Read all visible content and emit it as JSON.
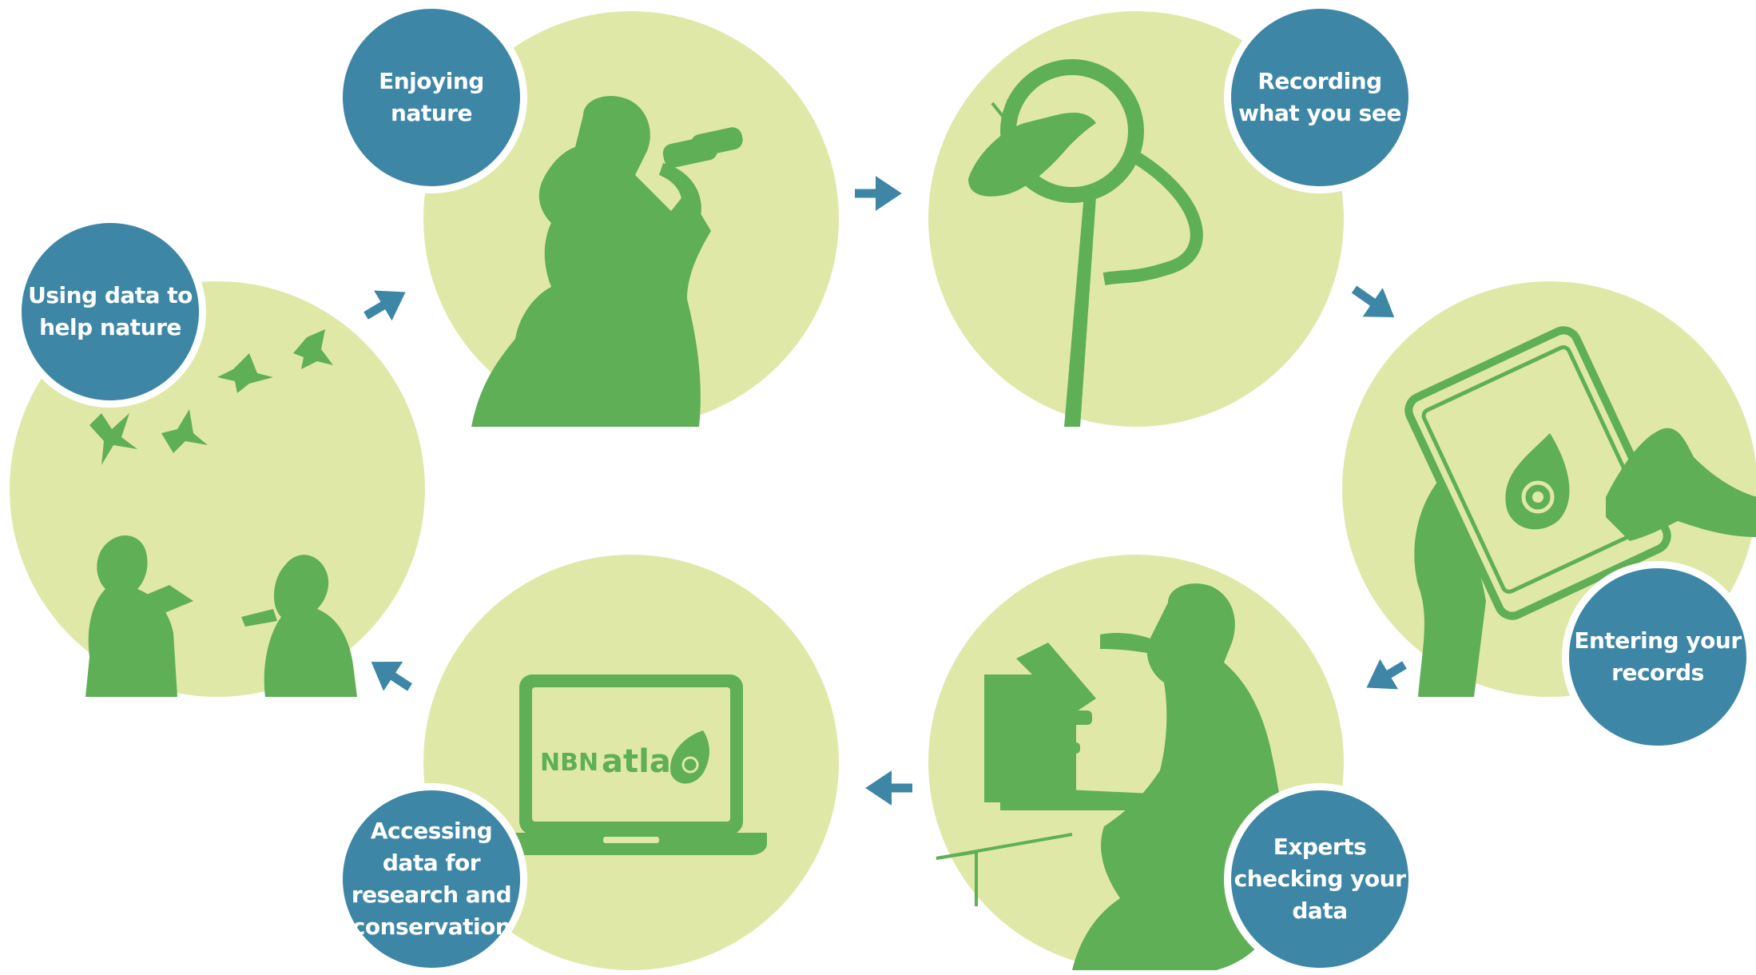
{
  "colors": {
    "circle_bg": "#e0e8a8",
    "silhouette": "#5faf57",
    "label_bg": "#3e86a6",
    "arrow": "#3e86a6"
  },
  "stages": [
    {
      "id": "enjoying",
      "label": "Enjoying\nnature",
      "icon": "binoculars-person-icon"
    },
    {
      "id": "recording",
      "label": "Recording\nwhat you see",
      "icon": "magnifier-butterfly-icon"
    },
    {
      "id": "entering",
      "label": "Entering your\nrecords",
      "icon": "tablet-app-icon"
    },
    {
      "id": "experts",
      "label": "Experts\nchecking your\ndata",
      "icon": "microscope-scientist-icon"
    },
    {
      "id": "accessing",
      "label": "Accessing\ndata for\nresearch and\nconservation",
      "icon": "laptop-atlas-icon"
    },
    {
      "id": "using",
      "label": "Using data to\nhelp nature",
      "icon": "birds-people-icon"
    }
  ],
  "laptop_logo": {
    "nbn": "NBN",
    "atlas": "atlas"
  }
}
